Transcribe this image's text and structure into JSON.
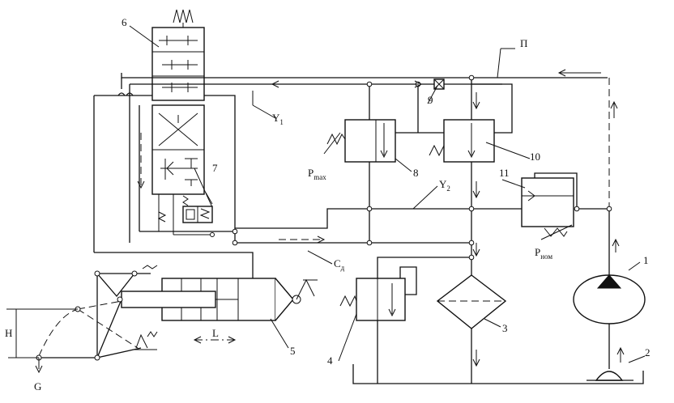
{
  "labels": {
    "n1": "1",
    "n2": "2",
    "n3": "3",
    "n4": "4",
    "n5": "5",
    "n6": "6",
    "n7": "7",
    "n8": "8",
    "n9": "9",
    "n10": "10",
    "n11": "11",
    "line_P": "П",
    "line_Y1": "Y",
    "line_Y1_sub": "1",
    "line_Y2": "Y",
    "line_Y2_sub": "2",
    "line_Cd": "С",
    "line_Cd_sub": "д",
    "p_max": "P",
    "p_max_sub": "max",
    "p_nom": "P",
    "p_nom_sub": "ном",
    "stroke_L": "L",
    "height_H": "H",
    "load_G": "G"
  }
}
